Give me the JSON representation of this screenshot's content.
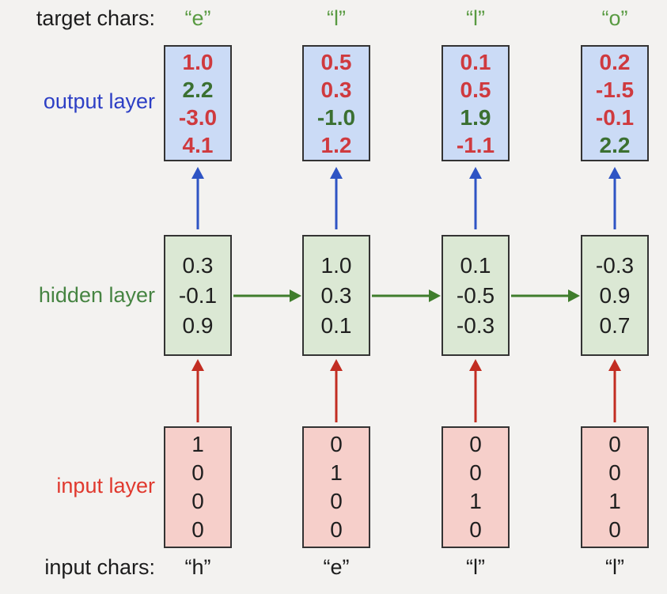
{
  "title": "Character-level RNN unrolled diagram (hello example)",
  "colors": {
    "background": "#f3f2f0",
    "box_border": "#333333",
    "output_box_bg": "#cbdbf6",
    "hidden_box_bg": "#dbe8d4",
    "input_box_bg": "#f6cfca",
    "value_red": "#cf3a3f",
    "value_green": "#3b7031",
    "value_black": "#1f1f1f",
    "label_blue": "#2d3fc5",
    "label_green": "#468442",
    "label_red": "#e0392e",
    "label_black": "#1c1c1c",
    "char_green": "#589a41",
    "arrow_blue": "#2e54c4",
    "arrow_green": "#3f7d2c",
    "arrow_red": "#c22d22"
  },
  "target_row": {
    "label": "target chars:",
    "chars": [
      "“e”",
      "“l”",
      "“l”",
      "“o”"
    ]
  },
  "output_layer": {
    "label": "output layer",
    "boxes": [
      {
        "values": [
          "1.0",
          "2.2",
          "-3.0",
          "4.1"
        ],
        "target_index": 1
      },
      {
        "values": [
          "0.5",
          "0.3",
          "-1.0",
          "1.2"
        ],
        "target_index": 2
      },
      {
        "values": [
          "0.1",
          "0.5",
          "1.9",
          "-1.1"
        ],
        "target_index": 2
      },
      {
        "values": [
          "0.2",
          "-1.5",
          "-0.1",
          "2.2"
        ],
        "target_index": 3
      }
    ]
  },
  "hidden_layer": {
    "label": "hidden layer",
    "boxes": [
      {
        "values": [
          "0.3",
          "-0.1",
          "0.9"
        ]
      },
      {
        "values": [
          "1.0",
          "0.3",
          "0.1"
        ]
      },
      {
        "values": [
          "0.1",
          "-0.5",
          "-0.3"
        ]
      },
      {
        "values": [
          "-0.3",
          "0.9",
          "0.7"
        ]
      }
    ]
  },
  "input_layer": {
    "label": "input layer",
    "boxes": [
      {
        "values": [
          "1",
          "0",
          "0",
          "0"
        ]
      },
      {
        "values": [
          "0",
          "1",
          "0",
          "0"
        ]
      },
      {
        "values": [
          "0",
          "0",
          "1",
          "0"
        ]
      },
      {
        "values": [
          "0",
          "0",
          "1",
          "0"
        ]
      }
    ]
  },
  "input_row": {
    "label": "input chars:",
    "chars": [
      "“h”",
      "“e”",
      "“l”",
      "“l”"
    ]
  }
}
